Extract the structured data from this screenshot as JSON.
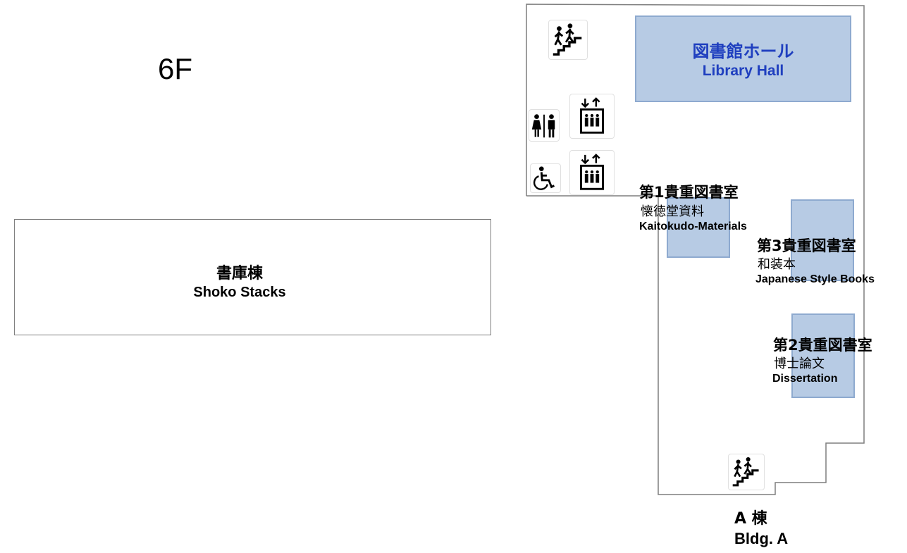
{
  "floor": {
    "label": "6F"
  },
  "stacks": {
    "name_ja": "書庫棟",
    "name_en": "Shoko Stacks"
  },
  "library_hall": {
    "name_ja": "図書館ホール",
    "name_en": "Library Hall"
  },
  "rooms": [
    {
      "title": "第1貴重図書室",
      "subtitle": "懐徳堂資料",
      "name_en": "Kaitokudo-Materials"
    },
    {
      "title": "第3貴重図書室",
      "subtitle": "和装本",
      "name_en": "Japanese Style Books"
    },
    {
      "title": "第2貴重図書室",
      "subtitle": "博士論文",
      "name_en": "Dissertation"
    }
  ],
  "building": {
    "name_ja": "A 棟",
    "name_en": "Bldg. A"
  },
  "icons": [
    "stairs-icon",
    "restroom-icon",
    "elevator-icon",
    "wheelchair-icon"
  ],
  "colors": {
    "room_fill": "#b7cbe4",
    "room_border": "#8eaacf",
    "hall_text": "#1f3fbf",
    "wall": "#7f7f7f"
  }
}
